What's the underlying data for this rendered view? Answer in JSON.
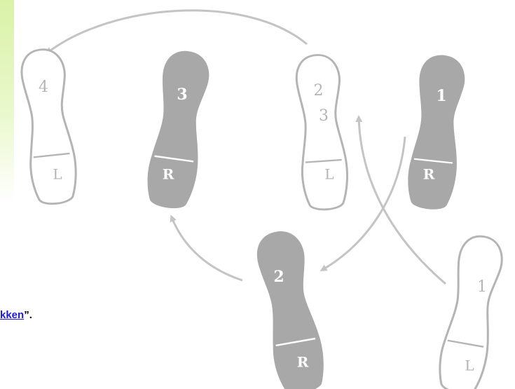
{
  "text_fragment": {
    "link_text": "kken",
    "trailing_text": "”."
  },
  "colors": {
    "footprint_fill": "#a8a8a8",
    "footprint_outline": "#b4b4b4",
    "arrow": "#c4c4c4",
    "text_on_filled": "#ffffff",
    "text_on_outline": "#b4b4b4",
    "link": "#1a1adf"
  },
  "footprints": [
    {
      "id": "top-left-l",
      "step": "4",
      "foot": "L",
      "style": "outline"
    },
    {
      "id": "top-r",
      "step": "3",
      "foot": "R",
      "style": "filled"
    },
    {
      "id": "top-mid-l",
      "step": "2\n3",
      "foot": "L",
      "style": "outline"
    },
    {
      "id": "top-right-r",
      "step": "1",
      "foot": "R",
      "style": "filled"
    },
    {
      "id": "bottom-r",
      "step": "2",
      "foot": "R",
      "style": "filled"
    },
    {
      "id": "bottom-right-l",
      "step": "1",
      "foot": "L",
      "style": "outline"
    }
  ]
}
